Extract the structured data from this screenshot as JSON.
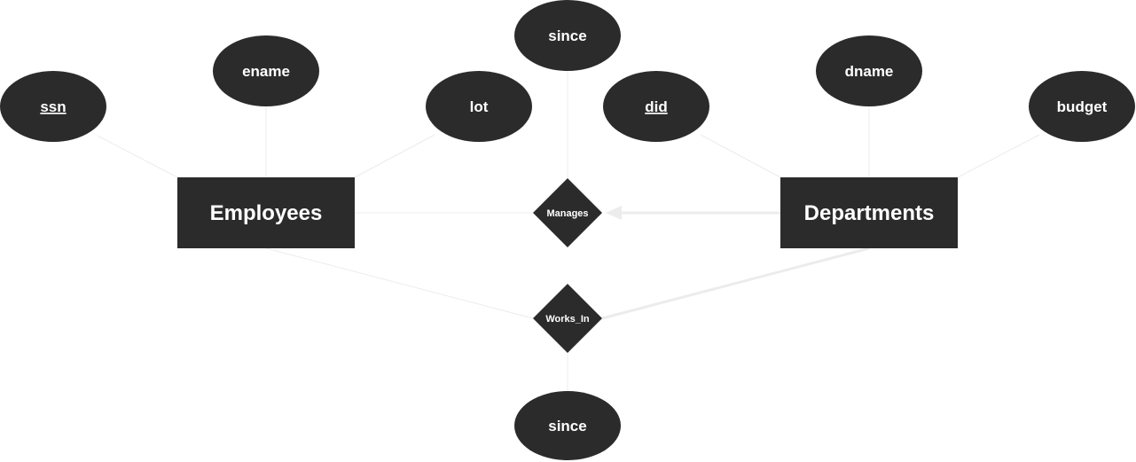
{
  "diagram": {
    "entities": {
      "employees": "Employees",
      "departments": "Departments"
    },
    "relationships": {
      "manages": "Manages",
      "works_in": "Works_In"
    },
    "attributes": {
      "ssn": "ssn",
      "ename": "ename",
      "lot": "lot",
      "manages_since": "since",
      "did": "did",
      "dname": "dname",
      "budget": "budget",
      "works_in_since": "since"
    },
    "key_attributes": [
      "ssn",
      "did"
    ],
    "colors": {
      "node": "#2b2b2b",
      "text": "#ffffff",
      "connector": "#ececec",
      "background": "#ffffff"
    }
  }
}
